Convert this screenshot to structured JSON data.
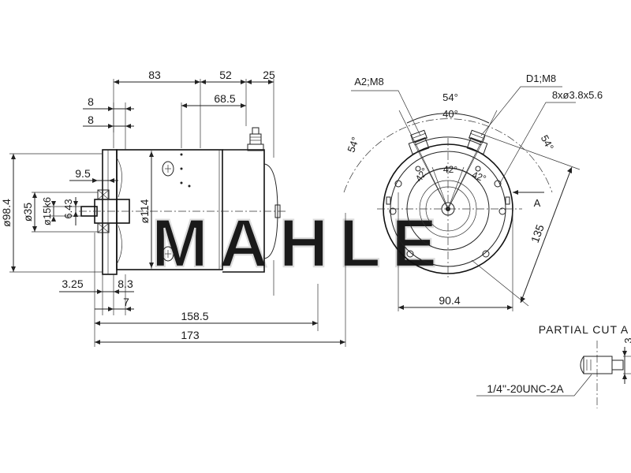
{
  "watermark": "MAHLE",
  "side_view": {
    "dims": {
      "d83": "83",
      "d52": "52",
      "d25": "25",
      "d68_5": "68.5",
      "d8_top": "8",
      "d8_bot": "8",
      "d9_5": "9.5",
      "d98_4": "ø98.4",
      "d35": "ø35",
      "d15k6": "ø15k6",
      "d6_43": "6.43",
      "d114": "ø114",
      "d3_25": "3.25",
      "d8_3": "8.3",
      "d7": "7",
      "d158_5": "158.5",
      "d173": "173"
    }
  },
  "front_view": {
    "labels": {
      "a2": "A2;M8",
      "d1": "D1;M8",
      "holes": "8xø3.8x5.6",
      "ang54_top": "54°",
      "ang40": "40°",
      "ang54_left": "54°",
      "ang54_right": "54°",
      "ang42_a": "42°",
      "ang42_b": "42°",
      "ang42_c": "42°",
      "section_a": "A",
      "d135": "135",
      "d90_4": "90.4"
    }
  },
  "partial_cut": {
    "title": "PARTIAL CUT A",
    "thread": "1/4''-20UNC-2A",
    "dim3": "3"
  }
}
